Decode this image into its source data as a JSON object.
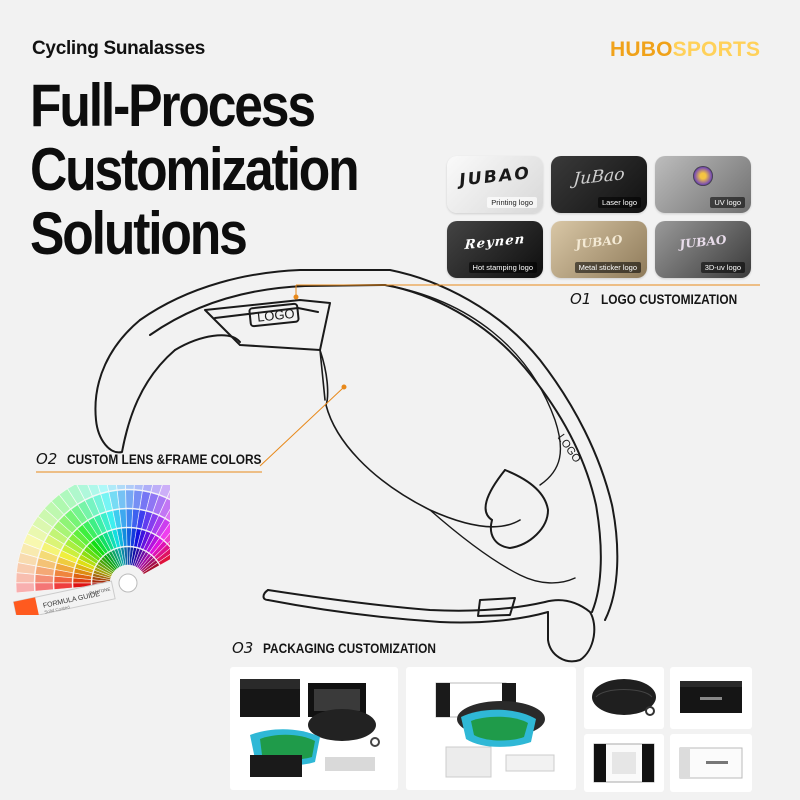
{
  "header": {
    "subtitle": "Cycling Sunalasses",
    "brand_part1": "HUBO",
    "brand_part2": "SPORTS",
    "headline_line1": "Full-Process Customization",
    "headline_line2": "Solutions"
  },
  "logo_options": [
    {
      "mark": "JUBAO",
      "caption": "Printing logo"
    },
    {
      "mark": "JuBao",
      "caption": "Laser logo"
    },
    {
      "mark": "",
      "caption": "UV logo"
    },
    {
      "mark": "Reynen",
      "caption": "Hot stamping logo"
    },
    {
      "mark": "JUBAO",
      "caption": "Metal sticker logo"
    },
    {
      "mark": "JUBAO",
      "caption": "3D-uv logo"
    }
  ],
  "sections": [
    {
      "num": "O1",
      "title": "LOGO CUSTOMIZATION"
    },
    {
      "num": "O2",
      "title": "CUSTOM LENS &FRAME COLORS"
    },
    {
      "num": "O3",
      "title": "PACKAGING CUSTOMIZATION"
    }
  ],
  "sketch": {
    "logo_on_top": "LOGO",
    "logo_on_lens": "LOGO"
  },
  "color_guide": {
    "label": "FORMULA GUIDE",
    "sublabel": "Solid Coated",
    "brand": "PANTONE"
  },
  "colors": {
    "accent": "#e8891a",
    "brand_orange": "#f0a21a",
    "brand_yellow": "#ffd15a",
    "ink": "#111111",
    "background": "#f2f2f2"
  }
}
